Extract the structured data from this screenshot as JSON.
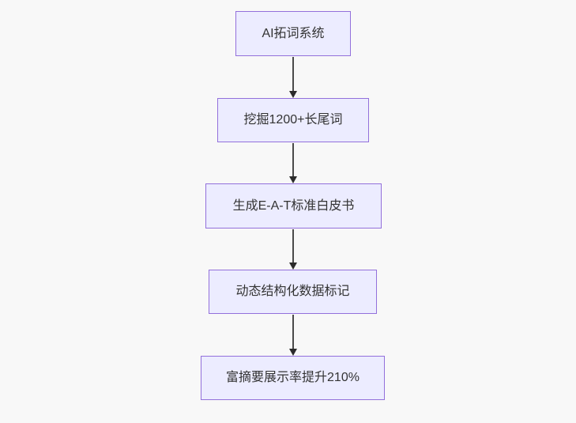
{
  "flowchart": {
    "type": "vertical-flow-diagram",
    "direction": "top-down",
    "nodes": [
      {
        "label": "AI拓词系统"
      },
      {
        "label": "挖掘1200+长尾词"
      },
      {
        "label": "生成E-A-T标准白皮书"
      },
      {
        "label": "动态结构化数据标记"
      },
      {
        "label": "富摘要展示率提升210%"
      }
    ],
    "edges": [
      {
        "from": "AI拓词系统",
        "to": "挖掘1200+长尾词"
      },
      {
        "from": "挖掘1200+长尾词",
        "to": "生成E-A-T标准白皮书"
      },
      {
        "from": "生成E-A-T标准白皮书",
        "to": "动态结构化数据标记"
      },
      {
        "from": "动态结构化数据标记",
        "to": "富摘要展示率提升210%"
      }
    ],
    "colors": {
      "node_fill": "#ECECFF",
      "node_border": "#9370DB",
      "edge_line": "#4a4a4a",
      "arrowhead": "#2b2b2b",
      "text": "#333333",
      "background": "#f8f8f8"
    }
  }
}
